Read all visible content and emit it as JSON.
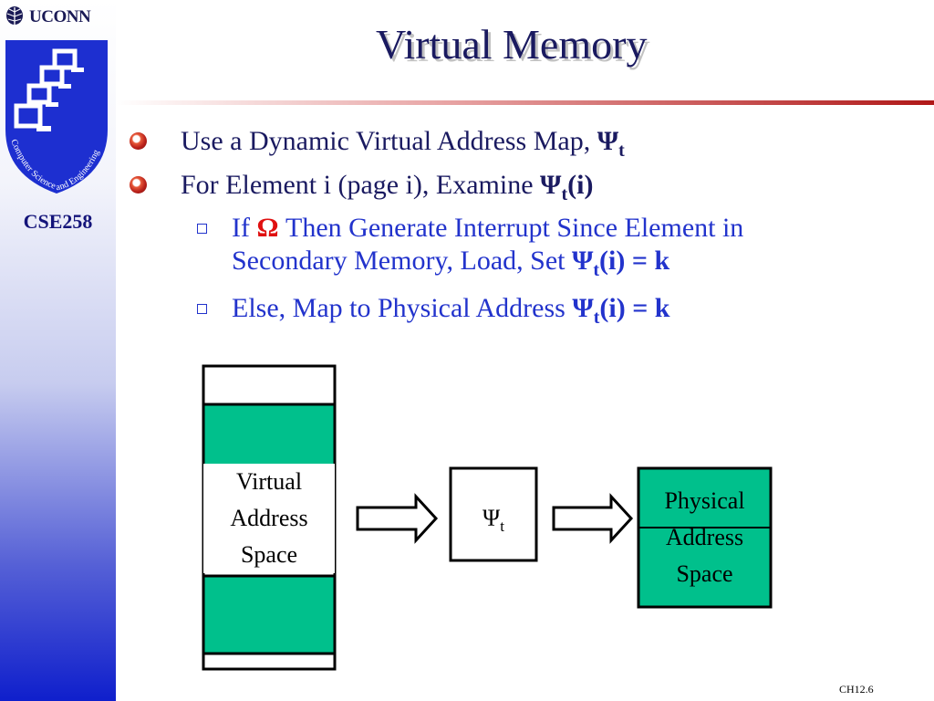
{
  "sidebar": {
    "logo_text": "UCONN",
    "emblem_text": "Computer Science and Engineering",
    "course": "CSE258"
  },
  "slide": {
    "title": "Virtual Memory",
    "bullets": [
      {
        "text": "Use a Dynamic Virtual Address Map, ",
        "sym": "Ψ",
        "sub": "t",
        "tail": ""
      },
      {
        "text": "For Element i (page i), Examine ",
        "sym": "Ψ",
        "sub": "t",
        "tail": "(i)"
      }
    ],
    "subbullets": [
      {
        "lead": "If ",
        "omega": "Ω",
        "line1_rest": " Then Generate Interrupt Since Element in",
        "line2": "Secondary Memory, Load, Set ",
        "sym": "Ψ",
        "sub": "t",
        "tail": "(i) = k"
      },
      {
        "text": "Else, Map to Physical Address ",
        "sym": "Ψ",
        "sub": "t",
        "tail": "(i) = k"
      }
    ]
  },
  "diagram": {
    "virtual_label": [
      "Virtual",
      "Address",
      "Space"
    ],
    "map_symbol": "Ψ",
    "map_sub": "t",
    "physical_label": [
      "Physical",
      "Address",
      "Space"
    ],
    "fill_color": "#00c08c"
  },
  "footer": {
    "page": "CH12.6"
  }
}
